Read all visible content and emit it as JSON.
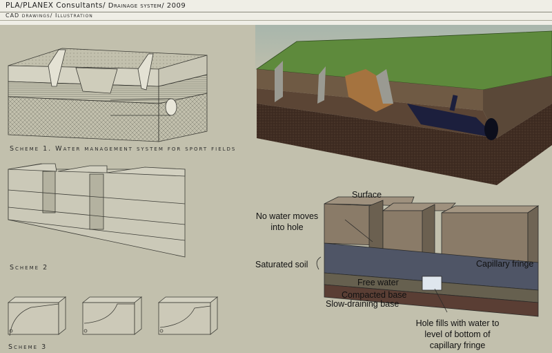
{
  "header": {
    "title_main": "PLA/PLANEX Consultants/",
    "title_rest": " Drainage system/ 2009",
    "subtitle": "CAD drawings/ Illustration"
  },
  "schemes": {
    "scheme1": "Scheme 1. Water management system for sport fields",
    "scheme2": "Scheme 2",
    "scheme3": "Scheme 3"
  },
  "diagram_labels": {
    "surface": "Surface",
    "no_water_line1": "No water moves",
    "no_water_line2": "into hole",
    "saturated_soil": "Saturated soil",
    "capillary_fringe": "Capillary fringe",
    "free_water": "Free water",
    "compacted_base": "Compacted base",
    "slow_draining": "Slow-draining base",
    "hole_fills_1": "Hole fills with water to",
    "hole_fills_2": "level of bottom of",
    "hole_fills_3": "capillary fringe"
  },
  "colors": {
    "background": "#c2c0ad",
    "header": "#efeee6",
    "grass": "#5e8a3c",
    "topsoil": "#6f5a44",
    "subsoil": "#3f2c22",
    "drain_pipe": "#1c1f3d",
    "sand": "#a5733f"
  }
}
